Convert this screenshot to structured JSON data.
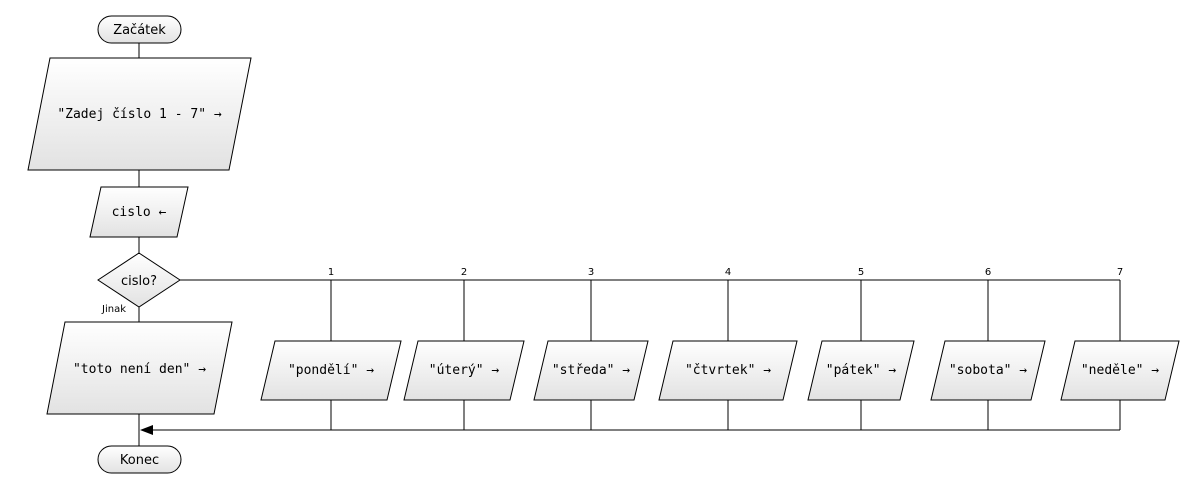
{
  "start": "Začátek",
  "prompt": "\"Zadej číslo 1 - 7\" →",
  "input": "cislo ←",
  "decision": "cislo?",
  "default_branch": {
    "label": "Jinak",
    "output": "\"toto není den\" →"
  },
  "cases": [
    {
      "value": "1",
      "output": "\"pondělí\" →"
    },
    {
      "value": "2",
      "output": "\"úterý\" →"
    },
    {
      "value": "3",
      "output": "\"středa\" →"
    },
    {
      "value": "4",
      "output": "\"čtvrtek\" →"
    },
    {
      "value": "5",
      "output": "\"pátek\" →"
    },
    {
      "value": "6",
      "output": "\"sobota\" →"
    },
    {
      "value": "7",
      "output": "\"neděle\" →"
    }
  ],
  "end": "Konec"
}
